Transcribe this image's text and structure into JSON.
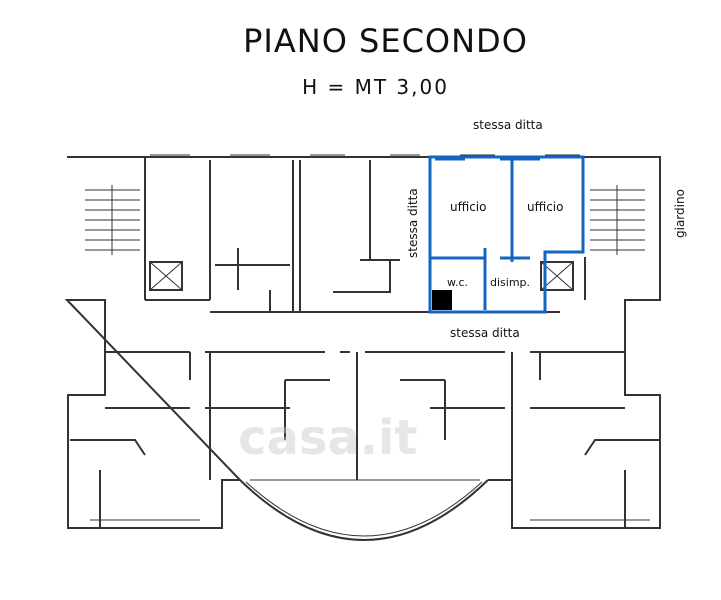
{
  "title": "PIANO SECONDO",
  "height_label": "H = MT 3,00",
  "labels": {
    "top_neighbor": "stessa ditta",
    "side_neighbor": "stessa ditta",
    "corridor_neighbor": "stessa ditta",
    "garden": "giardino",
    "office_1": "ufficio",
    "office_2": "ufficio",
    "wc": "w.c.",
    "hall": "disimp."
  },
  "watermark": "casa.it",
  "colors": {
    "highlight": "#1565c0",
    "walls": "#333333"
  }
}
